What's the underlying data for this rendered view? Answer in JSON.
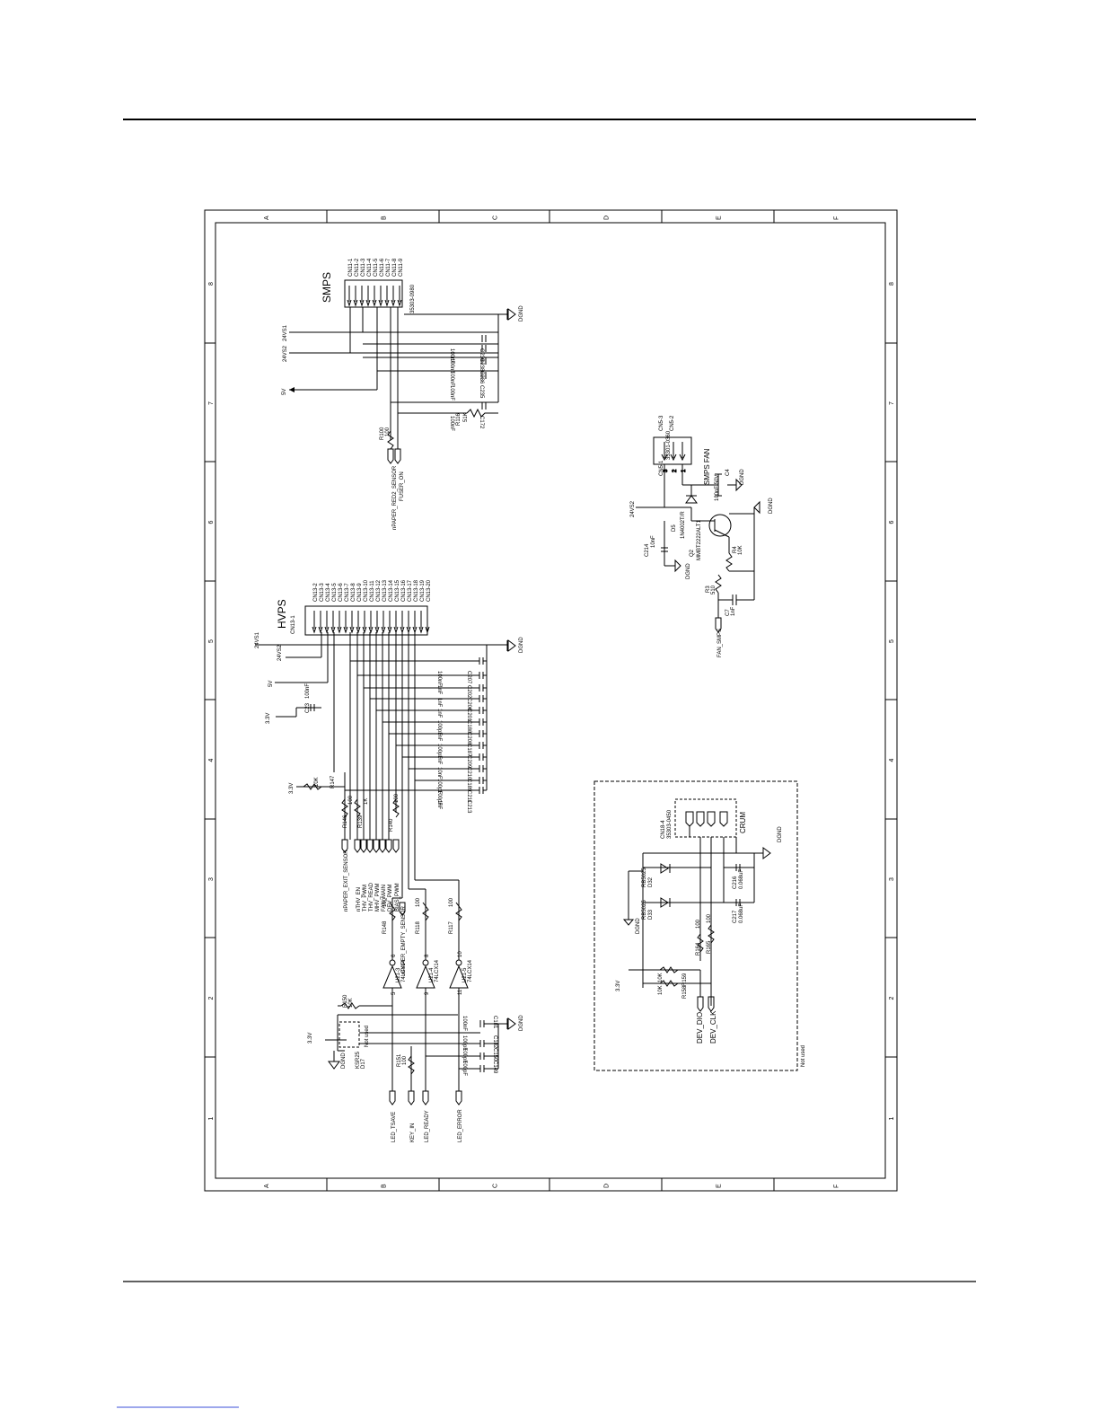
{
  "frame": {
    "columns": [
      "A",
      "B",
      "C",
      "D",
      "E",
      "F"
    ],
    "rows": [
      "8",
      "7",
      "6",
      "5",
      "4",
      "3",
      "2",
      "1"
    ]
  },
  "smps": {
    "title": "SMPS",
    "part": "35303-0980",
    "pins": [
      "CN11-1",
      "CN11-2",
      "CN11-3",
      "CN11-4",
      "CN11-5",
      "CN11-6",
      "CN11-7",
      "CN11-8",
      "CN11-9"
    ],
    "nets": [
      "24VS1",
      "24VS2",
      "5V",
      "nPAPER_RED2_SENSOR",
      "FUSER_ON",
      "DGND"
    ],
    "caps": [
      {
        "ref": "C239",
        "value": "100nF"
      },
      {
        "ref": "C238",
        "value": "100nF"
      },
      {
        "ref": "C236",
        "value": "100nF"
      },
      {
        "ref": "C235",
        "value": "100nF"
      },
      {
        "ref": "C172",
        "value": "100nF"
      }
    ],
    "resistors": [
      {
        "ref": "R116",
        "value": "51K"
      },
      {
        "ref": "R100",
        "value": "100"
      }
    ]
  },
  "hvps": {
    "title": "HVPS",
    "conn": "CN13-1",
    "pins": [
      "CN13-2",
      "CN13-3",
      "CN13-4",
      "CN13-5",
      "CN13-6",
      "CN13-7",
      "CN13-8",
      "CN13-9",
      "CN13-10",
      "CN13-11",
      "CN13-12",
      "CN13-13",
      "CN13-14",
      "CN13-15",
      "CN13-16",
      "CN13-17",
      "CN13-18",
      "CN13-19",
      "CN13-20"
    ],
    "nets": [
      "24VS1",
      "24VS2",
      "5V",
      "3.3V",
      "DGND"
    ],
    "signals": [
      "nPAPER_EXIT_SENSOR",
      "nTHV_EN",
      "THV_PWM",
      "THV_READ",
      "MHV_PWM",
      "FAN_MAIN",
      "DEV_PWM",
      "BIAS_PWM",
      "nPAPER_EMPTY_SENSOR"
    ],
    "caps": [
      {
        "ref": "C207",
        "value": "100nF"
      },
      {
        "ref": "C202",
        "value": "1nF"
      },
      {
        "ref": "C206",
        "value": "1nF"
      },
      {
        "ref": "C201",
        "value": "1nF"
      },
      {
        "ref": "C188",
        "value": "100pF"
      },
      {
        "ref": "C208",
        "value": "1nF"
      },
      {
        "ref": "C187",
        "value": "100pF"
      },
      {
        "ref": "C209",
        "value": "1nF"
      },
      {
        "ref": "C210",
        "value": "10nF"
      },
      {
        "ref": "C189",
        "value": "100pF"
      },
      {
        "ref": "C211",
        "value": "100pF"
      },
      {
        "ref": "C213",
        "value": "1nF"
      }
    ],
    "c_extra": {
      "ref": "C23",
      "value": "100nF"
    },
    "r147": {
      "ref": "R147",
      "value": "10K"
    },
    "r_small": [
      {
        "ref": "R146",
        "value": "100"
      },
      {
        "ref": "R139",
        "value": "1K"
      },
      {
        "ref": "R140",
        "value": "100"
      }
    ]
  },
  "fan": {
    "conn": "CN5-1",
    "part": "35301-0360",
    "label": "SMPS FAN",
    "pins": [
      "CN5-2",
      "CN5-3"
    ],
    "pin_numbers": [
      "3",
      "2",
      "1"
    ],
    "net_24": "24VS2",
    "c214": {
      "ref": "C214",
      "value": "10nF"
    },
    "diode": {
      "ref": "D5",
      "value": "1N4002T/R"
    },
    "q": {
      "ref": "Q2",
      "value": "MMBT2222ALT1"
    },
    "c4": {
      "ref": "C4",
      "value": "100nF 50V"
    },
    "r4": {
      "ref": "R4",
      "value": "10K"
    },
    "r3": {
      "ref": "R3",
      "value": "510"
    },
    "c7": {
      "ref": "C7",
      "value": "1nF"
    },
    "signal": "FAN_SMPS",
    "gnd": "DGND"
  },
  "inverters": [
    {
      "ref": "U21-3",
      "part": "74LCX14",
      "in_pin": "5",
      "out_pin": "6",
      "res": "R148",
      "res_value": "100"
    },
    {
      "ref": "U21-4",
      "part": "74LCX14",
      "in_pin": "9",
      "out_pin": "8",
      "res": "R118",
      "res_value": "100"
    },
    {
      "ref": "U21-5",
      "part": "74LCX14",
      "in_pin": "11",
      "out_pin": "10",
      "res": "R117",
      "res_value": "100"
    }
  ],
  "keys": {
    "net": "3.3V",
    "r150": {
      "ref": "R150",
      "value": "10K"
    },
    "nc": "Not used",
    "diode": {
      "ref": "KSR25",
      "value": "D17"
    },
    "r151": {
      "ref": "R151",
      "value": "100"
    },
    "caps": [
      {
        "ref": "C181",
        "value": "100nF"
      },
      {
        "ref": "C182",
        "value": "100pF"
      },
      {
        "ref": "C150",
        "value": "100pF"
      },
      {
        "ref": "C149",
        "value": "100pF"
      }
    ],
    "outputs": [
      "LED_TSAVE",
      "KEY_IN",
      "LED_READY",
      "LED_ERROR"
    ],
    "gnd": "DGND"
  },
  "crum": {
    "conn": "CN18-4",
    "part": "35303-0450",
    "label": "CRUM",
    "net": "3.3V",
    "diodes": [
      {
        "ref": "D32",
        "value": "RB5025"
      },
      {
        "ref": "D33",
        "value": "RB5025"
      }
    ],
    "caps": [
      {
        "ref": "C216",
        "value": "0.068uF"
      },
      {
        "ref": "C217",
        "value": "0.068uF"
      }
    ],
    "resistors": [
      {
        "ref": "R164",
        "value": "100"
      },
      {
        "ref": "R165",
        "value": "100"
      },
      {
        "ref": "R159",
        "value": "10K"
      },
      {
        "ref": "R158",
        "value": "10K"
      }
    ],
    "signals": [
      "DEV_DIO",
      "DEV_CLK"
    ],
    "gnd": "DGND",
    "note": "Not used"
  }
}
